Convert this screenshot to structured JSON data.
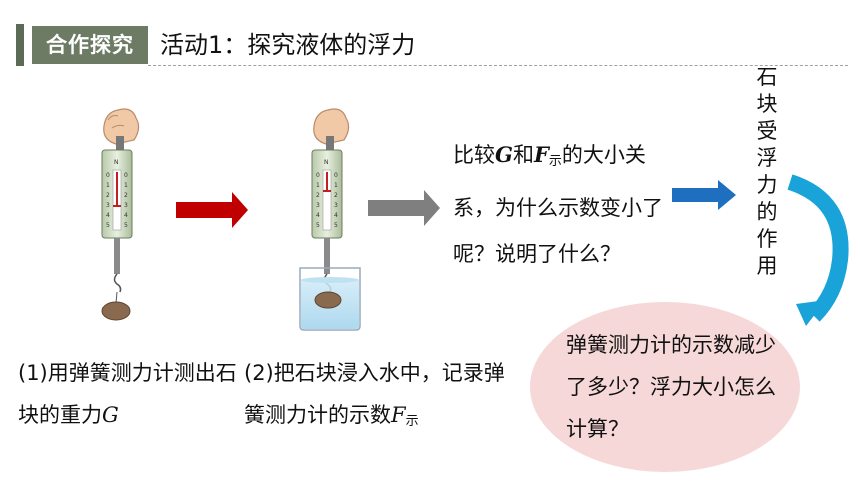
{
  "header": {
    "tag": "合作探究",
    "title": "活动1：探究液体的浮力"
  },
  "captions": {
    "step1_prefix": "(1)用弹簧测力计测出石块的重力",
    "step1_symbol": "G",
    "step2_prefix": "(2)把石块浸入水中，记录弹簧测力计的示数",
    "step2_symbol": "F",
    "step2_sub": "示"
  },
  "question": {
    "part1": "比较",
    "G": "G",
    "part2": "和",
    "F": "F",
    "F_sub": "示",
    "part3": "的大小关系，为什么示数变小了呢？说明了什么？"
  },
  "side_text": "石块受浮力的作用",
  "bubble_text": "弹簧测力计的示数减少了多少？浮力大小怎么计算？",
  "scale_marks": [
    "N",
    "0",
    "1",
    "2",
    "3",
    "4",
    "5"
  ],
  "colors": {
    "red_arrow": "#c00000",
    "gray_arrow": "#7f7f7f",
    "blue_arrow": "#1f6fc0",
    "curve": "#1aa3d8",
    "bubble": "#f6d8d8"
  }
}
